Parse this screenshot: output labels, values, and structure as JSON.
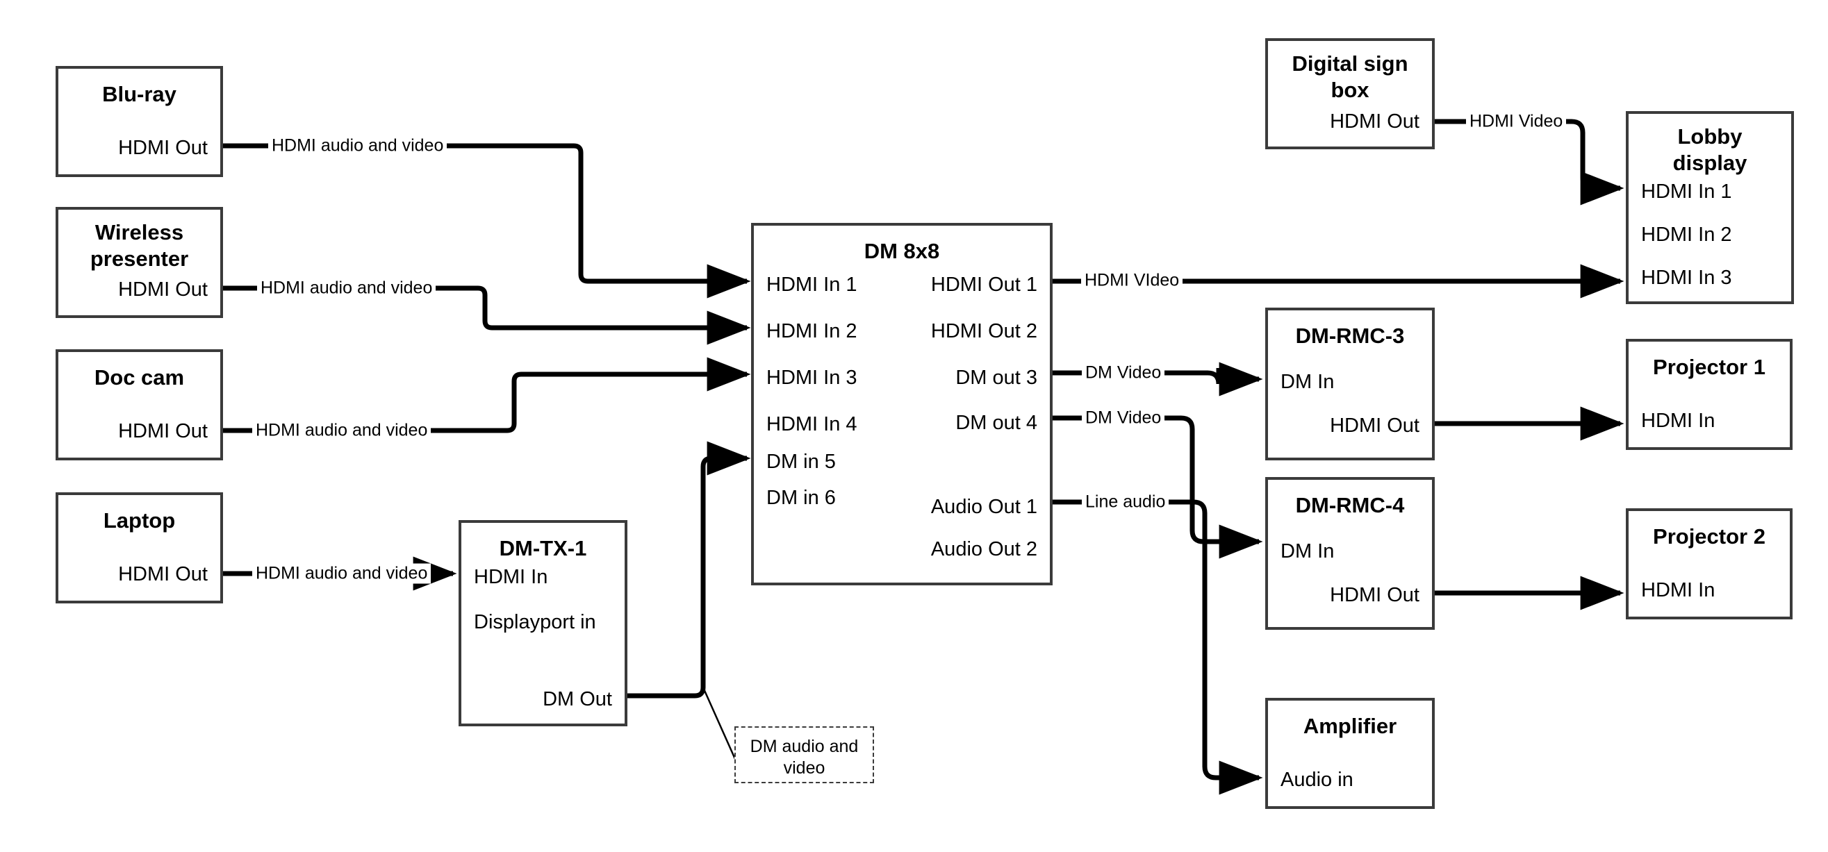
{
  "diagram": {
    "title": "AV signal flow diagram",
    "stroke_color": "#3b3b3b",
    "wire_color": "#000000",
    "background": "#ffffff"
  },
  "nodes": {
    "bluray": {
      "title": "Blu-ray",
      "ports": {
        "hdmi_out": "HDMI Out"
      }
    },
    "wireless": {
      "title": "Wireless\npresenter",
      "title_line1": "Wireless",
      "title_line2": "presenter",
      "ports": {
        "hdmi_out": "HDMI Out"
      }
    },
    "doccam": {
      "title": "Doc cam",
      "ports": {
        "hdmi_out": "HDMI Out"
      }
    },
    "laptop": {
      "title": "Laptop",
      "ports": {
        "hdmi_out": "HDMI Out"
      }
    },
    "dmtx1": {
      "title": "DM-TX-1",
      "ports": {
        "hdmi_in": "HDMI In",
        "displayport_in": "Displayport in",
        "dm_out": "DM Out"
      }
    },
    "dm8x8": {
      "title": "DM 8x8",
      "inputs": [
        "HDMI In 1",
        "HDMI In 2",
        "HDMI In 3",
        "HDMI In 4",
        "DM in 5",
        "DM in 6"
      ],
      "outputs": [
        "HDMI Out 1",
        "HDMI Out 2",
        "DM out 3",
        "DM out 4",
        "Audio Out 1",
        "Audio Out 2"
      ]
    },
    "digitalsign": {
      "title_line1": "Digital sign",
      "title_line2": "box",
      "ports": {
        "hdmi_out": "HDMI Out"
      }
    },
    "lobby": {
      "title_line1": "Lobby",
      "title_line2": "display",
      "ports": {
        "hdmi_in_1": "HDMI In 1",
        "hdmi_in_2": "HDMI In 2",
        "hdmi_in_3": "HDMI In 3"
      }
    },
    "dmrmc3": {
      "title": "DM-RMC-3",
      "ports": {
        "dm_in": "DM In",
        "hdmi_out": "HDMI Out"
      }
    },
    "dmrmc4": {
      "title": "DM-RMC-4",
      "ports": {
        "dm_in": "DM In",
        "hdmi_out": "HDMI Out"
      }
    },
    "projector1": {
      "title": "Projector 1",
      "ports": {
        "hdmi_in": "HDMI In"
      }
    },
    "projector2": {
      "title": "Projector 2",
      "ports": {
        "hdmi_in": "HDMI In"
      }
    },
    "amplifier": {
      "title": "Amplifier",
      "ports": {
        "audio_in": "Audio in"
      }
    },
    "note_dm_av": {
      "text_line1": "DM audio and",
      "text_line2": "video"
    }
  },
  "wire_labels": {
    "bluray_to_dm": "HDMI audio and video",
    "wireless_to_dm": "HDMI audio and video",
    "doccam_to_dm": "HDMI audio and video",
    "laptop_to_dmtx1": "HDMI audio and video",
    "digitalsign_to_lobby": "HDMI Video",
    "hdmiout1_to_lobby": "HDMI VIdeo",
    "dmout3_to_rmc3": "DM Video",
    "dmout4_to_rmc4": "DM Video",
    "audioout1_to_amp": "Line audio"
  }
}
